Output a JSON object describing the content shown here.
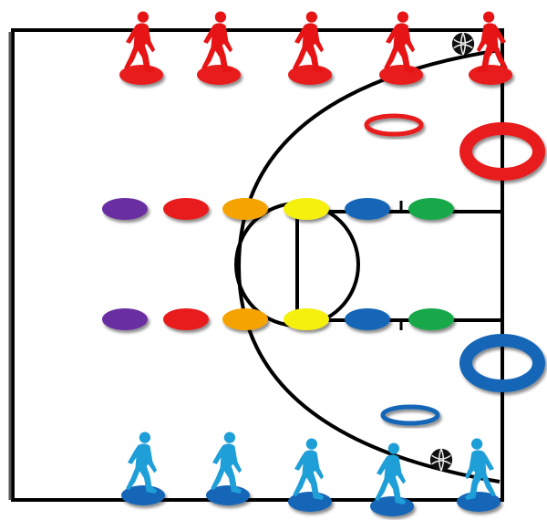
{
  "diagram": {
    "colors": {
      "court_line": "#000000",
      "court_fill": "#ffffff",
      "team_top": "#e61414",
      "team_bottom": "#1e9fd8",
      "spot_top": "#e81a1a",
      "spot_bottom": "#1466b8",
      "ring_red": "#e81a1a",
      "ring_blue": "#1466b8"
    },
    "spot_rows": [
      [
        "#6a2fa3",
        "#e81a1a",
        "#f5a300",
        "#f5f00a",
        "#1466b8",
        "#16a84a"
      ],
      [
        "#6a2fa3",
        "#e81a1a",
        "#f5a300",
        "#f5f00a",
        "#1466b8",
        "#16a84a"
      ]
    ],
    "top_team": {
      "players": 5,
      "icon": "walking-person-icon",
      "ball": "basketball-icon"
    },
    "bottom_team": {
      "players": 5,
      "icon": "walking-person-icon",
      "ball": "basketball-icon"
    },
    "hoops": [
      {
        "name": "red-hoop-large",
        "color": "#e81a1a"
      },
      {
        "name": "red-hoop-small",
        "color": "#e81a1a"
      },
      {
        "name": "blue-hoop-large",
        "color": "#1466b8"
      },
      {
        "name": "blue-hoop-small",
        "color": "#1466b8"
      }
    ]
  }
}
